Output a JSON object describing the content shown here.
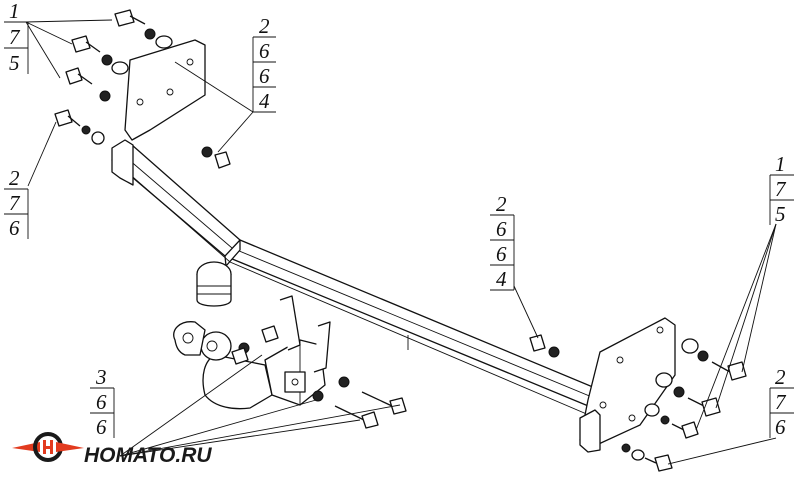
{
  "callouts": [
    {
      "id": "top-left-1",
      "lines": [
        "1",
        "7",
        "5"
      ]
    },
    {
      "id": "top-mid-2",
      "lines": [
        "2",
        "6",
        "6",
        "4"
      ]
    },
    {
      "id": "left-2",
      "lines": [
        "2",
        "7",
        "6"
      ]
    },
    {
      "id": "mid-2",
      "lines": [
        "2",
        "6",
        "6",
        "4"
      ]
    },
    {
      "id": "right-1",
      "lines": [
        "1",
        "7",
        "5"
      ]
    },
    {
      "id": "bottom-right-2",
      "lines": [
        "2",
        "7",
        "6"
      ]
    },
    {
      "id": "bottom-left-3",
      "lines": [
        "3",
        "6",
        "6"
      ]
    }
  ],
  "logo": {
    "text": "HOMATO.RU",
    "colors": {
      "primary": "#e23b1f",
      "dark": "#1a1a1a"
    }
  }
}
